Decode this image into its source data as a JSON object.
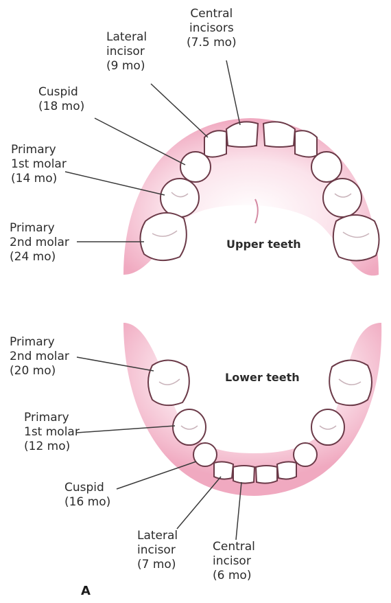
{
  "colors": {
    "gum": "#f2b9cc",
    "gum_dark": "#e592ae",
    "tooth": "#ffffff",
    "tooth_outline": "#6b3a48",
    "line": "#3a3a3a",
    "text": "#2b2b2b"
  },
  "upper": {
    "title": "Upper teeth",
    "labels": {
      "central": [
        "Central",
        "incisors",
        "(7.5 mo)"
      ],
      "lateral": [
        "Lateral",
        "incisor",
        "(9 mo)"
      ],
      "cuspid": [
        "Cuspid",
        "(18 mo)"
      ],
      "molar1": [
        "Primary",
        "1st molar",
        "(14 mo)"
      ],
      "molar2": [
        "Primary",
        "2nd molar",
        "(24 mo)"
      ]
    }
  },
  "lower": {
    "title": "Lower teeth",
    "labels": {
      "molar2": [
        "Primary",
        "2nd molar",
        "(20 mo)"
      ],
      "molar1": [
        "Primary",
        "1st molar",
        "(12 mo)"
      ],
      "cuspid": [
        "Cuspid",
        "(16 mo)"
      ],
      "lateral": [
        "Lateral",
        "incisor",
        "(7 mo)"
      ],
      "central": [
        "Central",
        "incisor",
        "(6 mo)"
      ]
    }
  },
  "panel_letter": "A"
}
